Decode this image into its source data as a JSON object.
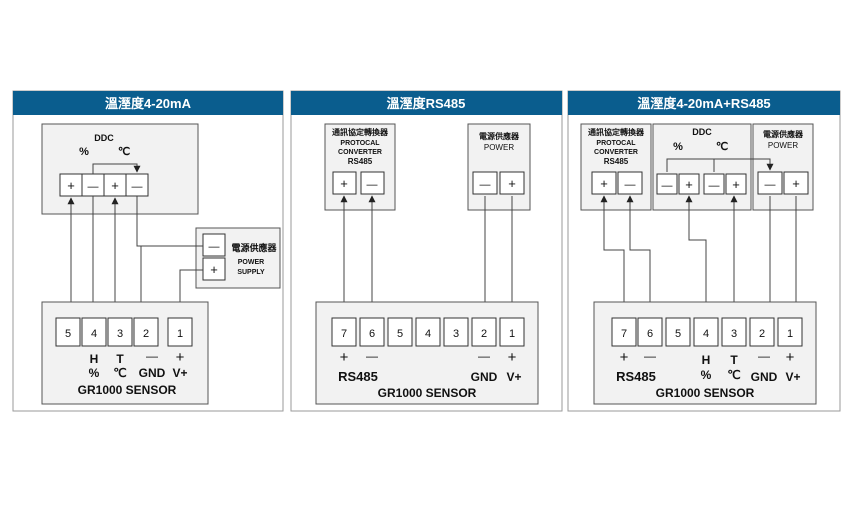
{
  "panels": [
    {
      "title": "溫溼度4-20mA",
      "ddc": {
        "title": "DDC",
        "pct": "%",
        "deg": "℃",
        "terminals": [
          "+",
          "—",
          "+",
          "—"
        ]
      },
      "power": {
        "title": "電源供應器",
        "line1": "POWER",
        "line2": "SUPPLY",
        "terminals": [
          "—",
          "+"
        ]
      },
      "sensor": {
        "terminals": [
          "5",
          "4",
          "3",
          "2",
          "1"
        ],
        "labels": {
          "h": "H",
          "pct": "%",
          "t": "T",
          "deg": "℃",
          "gnd_sym": "—",
          "gnd": "GND",
          "v_sym": "+",
          "v": "V+"
        },
        "name": "GR1000  SENSOR"
      }
    },
    {
      "title": "溫溼度RS485",
      "converter": {
        "title": "通訊協定轉換器",
        "line1": "PROTOCAL",
        "line2": "CONVERTER",
        "line3": "RS485",
        "terminals": [
          "+",
          "—"
        ]
      },
      "power": {
        "title": "電源供應器",
        "line1": "POWER",
        "terminals": [
          "—",
          "+"
        ]
      },
      "sensor": {
        "terminals": [
          "7",
          "6",
          "5",
          "4",
          "3",
          "2",
          "1"
        ],
        "labels": {
          "plus": "+",
          "minus": "—",
          "rs485": "RS485",
          "gnd_sym": "—",
          "gnd": "GND",
          "v_sym": "+",
          "v": "V+"
        },
        "name": "GR1000  SENSOR"
      }
    },
    {
      "title": "溫溼度4-20mA+RS485",
      "converter": {
        "title": "通訊協定轉換器",
        "line1": "PROTOCAL",
        "line2": "CONVERTER",
        "line3": "RS485",
        "terminals": [
          "+",
          "—"
        ]
      },
      "ddc": {
        "title": "DDC",
        "pct": "%",
        "deg": "℃",
        "terminals": [
          "—",
          "+",
          "—",
          "+"
        ]
      },
      "power": {
        "title": "電源供應器",
        "line1": "POWER",
        "terminals": [
          "—",
          "+"
        ]
      },
      "sensor": {
        "terminals": [
          "7",
          "6",
          "5",
          "4",
          "3",
          "2",
          "1"
        ],
        "labels": {
          "plus": "+",
          "minus": "—",
          "rs485": "RS485",
          "h": "H",
          "pct": "%",
          "t": "T",
          "deg": "℃",
          "gnd_sym": "—",
          "gnd": "GND",
          "v_sym": "+",
          "v": "V+"
        },
        "name": "GR1000  SENSOR"
      }
    }
  ]
}
